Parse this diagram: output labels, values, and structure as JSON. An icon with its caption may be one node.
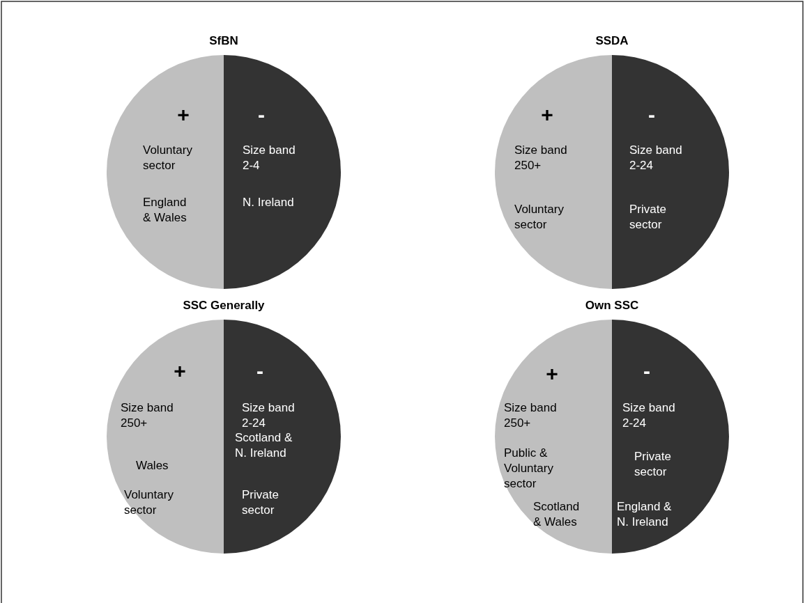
{
  "diagram": {
    "nodes": [
      {
        "text": [
          "SfBN"
        ]
      },
      {
        "text": [
          "+",
          "Voluntary sector",
          "England & Wales"
        ],
        "in": 0
      },
      {
        "text": [
          "-",
          "Size band 2-4",
          "N. Ireland"
        ],
        "in": 0
      },
      {
        "text": [
          "SSDA"
        ]
      },
      {
        "text": [
          "+",
          "Size band 250+",
          "Voluntary sector"
        ],
        "in": 3
      },
      {
        "text": [
          "-",
          "Size band 2-24",
          "Private sector"
        ],
        "in": 3
      },
      {
        "text": [
          "SSC Generally"
        ]
      },
      {
        "text": [
          "+",
          "Size band 250+",
          "Wales",
          "Voluntary sector"
        ],
        "in": 6
      },
      {
        "text": [
          "-",
          "Size band 2-24",
          "Scotland & N. Ireland",
          "Private sector"
        ],
        "in": 6
      },
      {
        "text": [
          "Own SSC"
        ]
      },
      {
        "text": [
          "+",
          "Size band 250+",
          "Public & Voluntary sector",
          "Scotland & Wales"
        ],
        "in": 9
      },
      {
        "text": [
          "-",
          "Size band 2-24",
          "Private sector",
          "England & N. Ireland"
        ],
        "in": 9
      }
    ],
    "edges": []
  }
}
